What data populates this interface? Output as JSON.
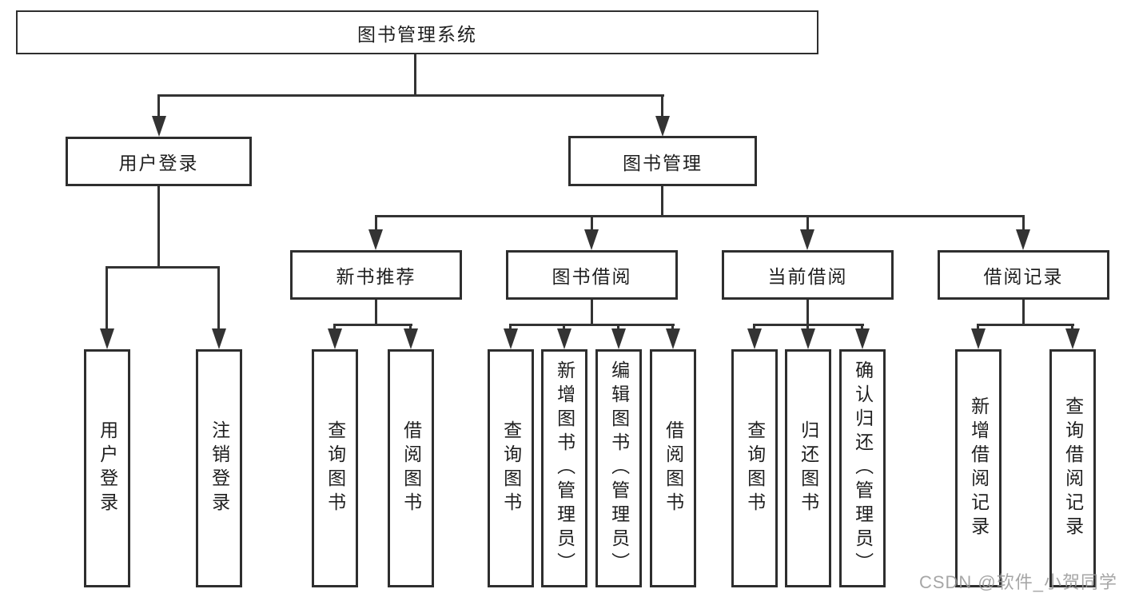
{
  "colors": {
    "line": "#333333",
    "border": "#2e2e2e",
    "text": "#1f1f1f",
    "watermark": "#9a9a9a",
    "background": "#ffffff"
  },
  "watermark": {
    "text": "CSDN @软件_小贺同学"
  },
  "tree": {
    "label": "图书管理系统",
    "children": [
      {
        "label": "用户登录",
        "children": [
          {
            "label": "用户登录"
          },
          {
            "label": "注销登录"
          }
        ]
      },
      {
        "label": "图书管理",
        "children": [
          {
            "label": "新书推荐",
            "children": [
              {
                "label": "查询图书"
              },
              {
                "label": "借阅图书"
              }
            ]
          },
          {
            "label": "图书借阅",
            "children": [
              {
                "label": "查询图书"
              },
              {
                "label": "新增图书（管理员）"
              },
              {
                "label": "编辑图书（管理员）"
              },
              {
                "label": "借阅图书"
              }
            ]
          },
          {
            "label": "当前借阅",
            "children": [
              {
                "label": "查询图书"
              },
              {
                "label": "归还图书"
              },
              {
                "label": "确认归还（管理员）"
              }
            ]
          },
          {
            "label": "借阅记录",
            "children": [
              {
                "label": "新增借阅记录"
              },
              {
                "label": "查询借阅记录"
              }
            ]
          }
        ]
      }
    ]
  }
}
